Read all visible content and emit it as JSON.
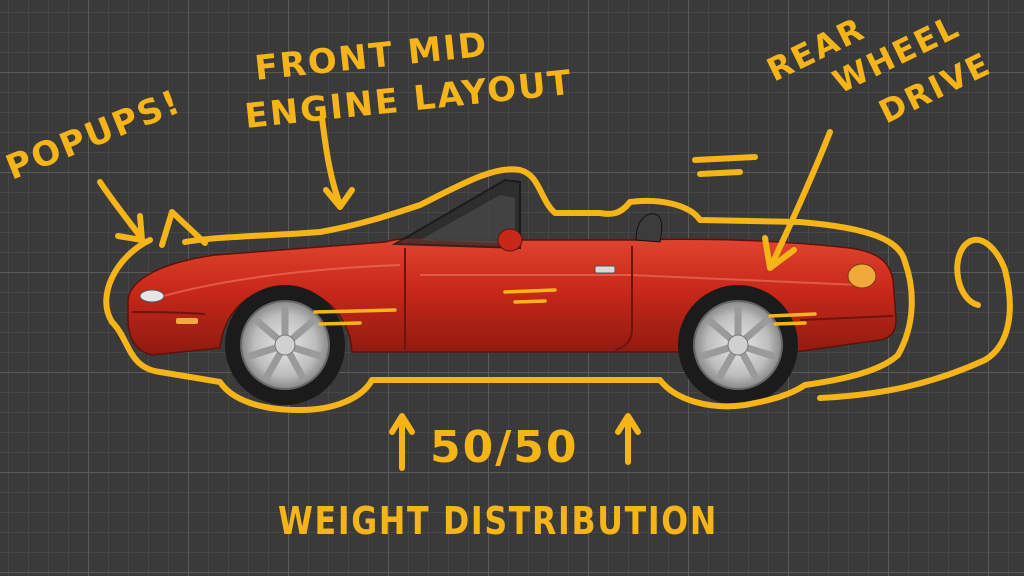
{
  "annotations": {
    "popups": "POPUPS!",
    "front_mid_line1": "FRONT MID",
    "front_mid_line2": "ENGINE LAYOUT",
    "rear_line1": "REAR",
    "rear_line2": "WHEEL",
    "rear_line3": "DRIVE",
    "ratio": "50/50",
    "weight": "WEIGHT DISTRIBUTION"
  },
  "colors": {
    "background": "#3a3a3a",
    "grid": "#5a5a5a",
    "marker": "#f5b417",
    "car_body": "#c8281a"
  }
}
